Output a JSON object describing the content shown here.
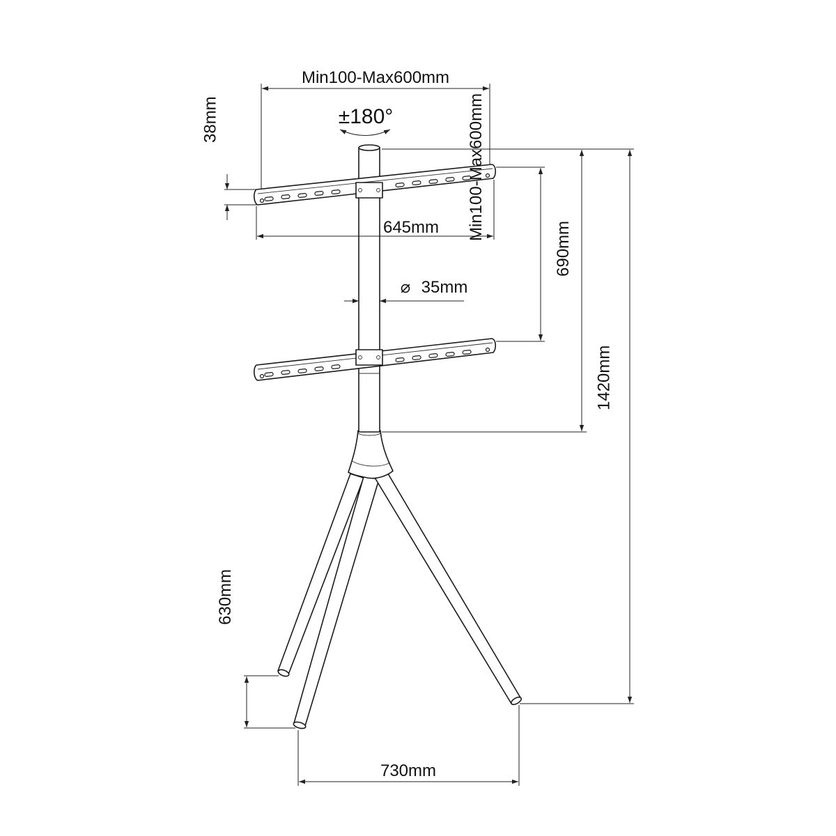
{
  "diagram": {
    "colors": {
      "line": "#1a1a1a",
      "background": "#ffffff"
    },
    "labels": {
      "vesa_width": "Min100-Max600mm",
      "rotation": "±180°",
      "bracket_width": "645mm",
      "bracket_height": "38mm",
      "pole_diameter": "35mm",
      "diameter_symbol": "⌀",
      "vesa_height": "Min100-Max600mm",
      "adjust_range": "690mm",
      "total_height": "1420mm",
      "leg_offset": "630mm",
      "base_width": "730mm"
    }
  }
}
